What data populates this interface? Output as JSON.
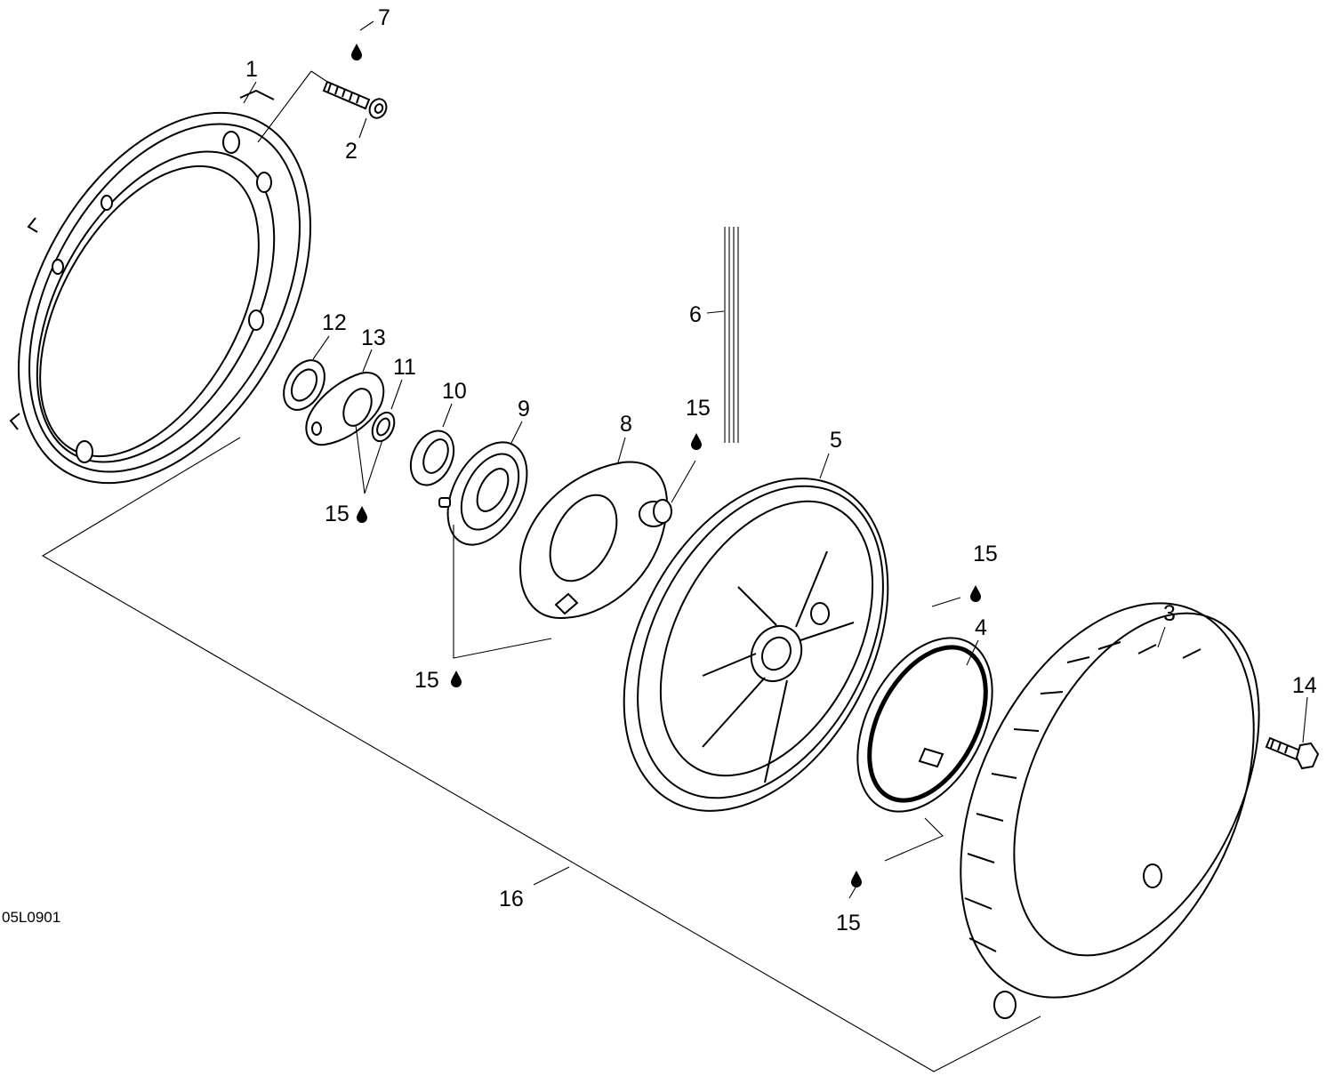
{
  "diagram": {
    "reference_code": "05L0901",
    "callouts": {
      "c1": "1",
      "c2": "2",
      "c3": "3",
      "c4": "4",
      "c5": "5",
      "c6": "6",
      "c7": "7",
      "c8": "8",
      "c9": "9",
      "c10": "10",
      "c11": "11",
      "c12": "12",
      "c13": "13",
      "c14": "14",
      "c15a": "15",
      "c15b": "15",
      "c15c": "15",
      "c15d": "15",
      "c15e": "15",
      "c16": "16"
    },
    "line_color": "#000000",
    "background_color": "#ffffff",
    "icons": [
      "lubricant-drop-icon"
    ]
  }
}
